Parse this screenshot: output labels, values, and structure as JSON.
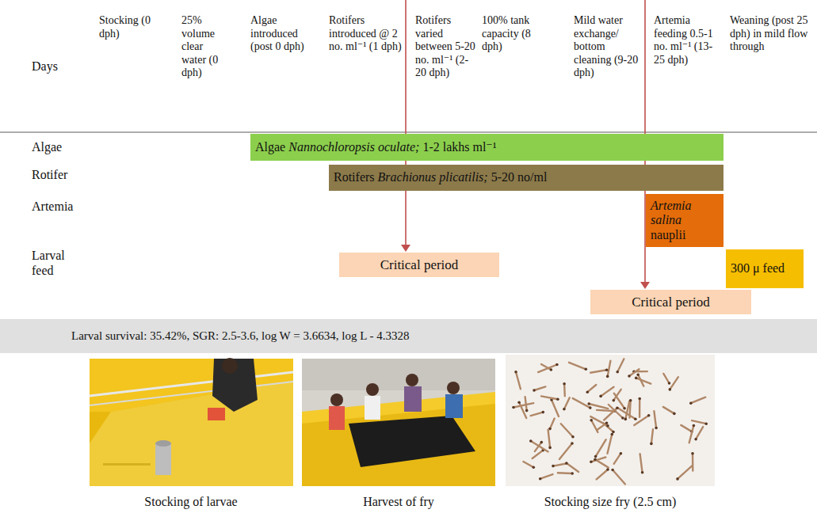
{
  "diagram": {
    "nodes": [
      {
        "text": [
          "Algae",
          "Nannochloropsis oculate;",
          "1-2 lakhs ml⁻¹"
        ]
      },
      {
        "text": [
          "Rotifers",
          "Brachionus plicatilis;",
          "5-20 no/ml"
        ]
      },
      {
        "text": [
          "Artemia salina",
          "nauplii"
        ]
      },
      {
        "text": [
          "300 μ feed"
        ]
      },
      {
        "text": [
          "Critical period"
        ]
      },
      {
        "text": [
          "Critical period"
        ]
      },
      {
        "text": [
          "Larval survival: 35.42%, SGR: 2.5-3.6, log W = 3.6634, log L - 4.3328"
        ]
      }
    ],
    "labels": [
      "Days",
      "Stocking (0 dph)",
      "25% volume clear water (0 dph)",
      "Algae introduced (post 0 dph)",
      "Rotifers introduced @ 2 no. ml⁻¹ (1 dph)",
      "Rotifers varied between 5-20 no. ml⁻¹ (2-20 dph)",
      "100% tank capacity (8 dph)",
      "Mild water exchange/ bottom cleaning (9-20 dph)",
      "Artemia feeding 0.5-1 no. ml⁻¹ (13-25 dph)",
      "Weaning (post 25 dph) in mild flow through",
      "Algae",
      "Rotifer",
      "Artemia",
      "Larval feed",
      "Stocking of larvae",
      "Harvest of fry",
      "Stocking size fry (2.5 cm)"
    ]
  }
}
